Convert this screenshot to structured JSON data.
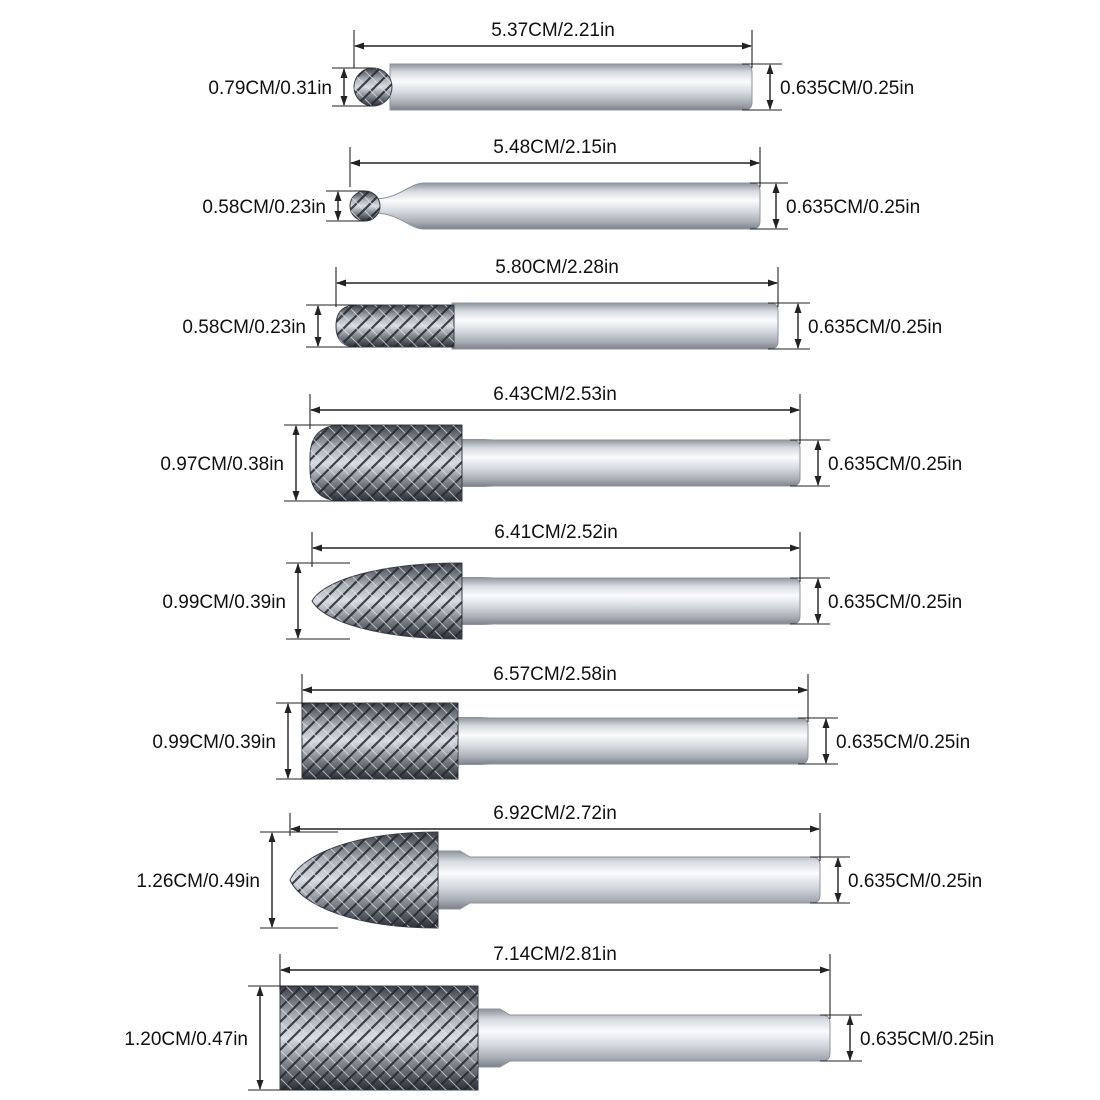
{
  "colors": {
    "background": "#ffffff",
    "dimension_ink": "#222222",
    "text": "#111111",
    "steel_light": "#f3f4f7",
    "steel_mid": "#c9ccd3",
    "steel_dark": "#8e939c",
    "carbide_dark": "#2f333b",
    "carbide_mid": "#6c717b",
    "carbide_light": "#c6c9d0"
  },
  "bits": [
    {
      "id": "bit-1",
      "head_shape": "ball",
      "length_label": "5.37CM/2.21in",
      "head_label": "0.79CM/0.31in",
      "shank_label": "0.635CM/0.25in"
    },
    {
      "id": "bit-2",
      "head_shape": "small-ball-neck",
      "length_label": "5.48CM/2.15in",
      "head_label": "0.58CM/0.23in",
      "shank_label": "0.635CM/0.25in"
    },
    {
      "id": "bit-3",
      "head_shape": "cylinder-ball-end",
      "length_label": "5.80CM/2.28in",
      "head_label": "0.58CM/0.23in",
      "shank_label": "0.635CM/0.25in"
    },
    {
      "id": "bit-4",
      "head_shape": "cylinder-radius-end",
      "length_label": "6.43CM/2.53in",
      "head_label": "0.97CM/0.38in",
      "shank_label": "0.635CM/0.25in"
    },
    {
      "id": "bit-5",
      "head_shape": "tree-radius-end",
      "length_label": "6.41CM/2.52in",
      "head_label": "0.99CM/0.39in",
      "shank_label": "0.635CM/0.25in"
    },
    {
      "id": "bit-6",
      "head_shape": "cylinder-flat-end",
      "length_label": "6.57CM/2.58in",
      "head_label": "0.99CM/0.39in",
      "shank_label": "0.635CM/0.25in"
    },
    {
      "id": "bit-7",
      "head_shape": "tree-radius-end",
      "length_label": "6.92CM/2.72in",
      "head_label": "1.26CM/0.49in",
      "shank_label": "0.635CM/0.25in"
    },
    {
      "id": "bit-8",
      "head_shape": "cylinder-flat-end",
      "length_label": "7.14CM/2.81in",
      "head_label": "1.20CM/0.47in",
      "shank_label": "0.635CM/0.25in"
    }
  ]
}
